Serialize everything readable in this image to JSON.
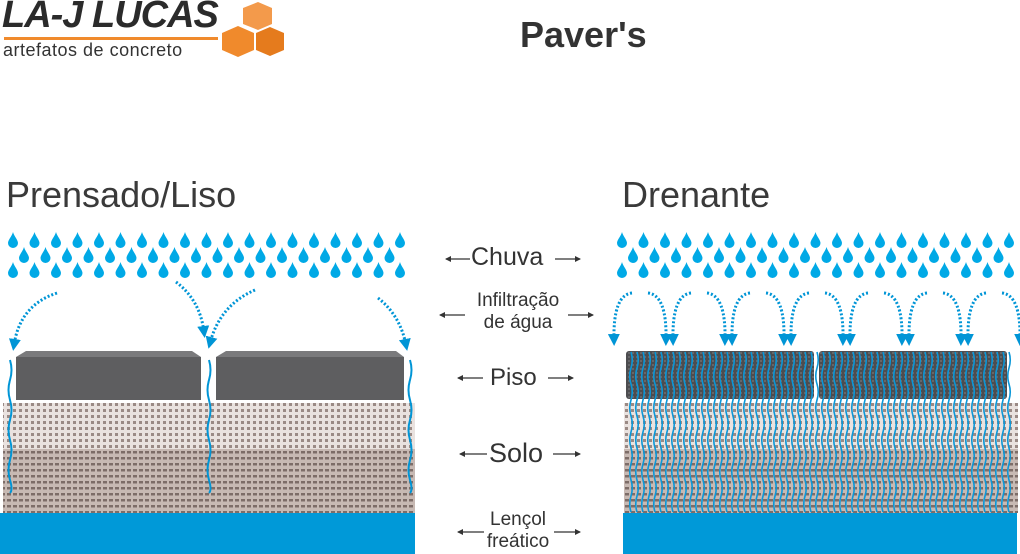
{
  "logo": {
    "brand": "LA-J LUCAS",
    "tagline": "artefatos de concreto",
    "icon": "hexagon-cluster-icon",
    "accent_color": "#f08a2c"
  },
  "title": "Paver's",
  "panels": {
    "left": {
      "title": "Prensado/Liso"
    },
    "right": {
      "title": "Drenante"
    }
  },
  "legend": [
    {
      "id": "rain",
      "label": "Chuva"
    },
    {
      "id": "infiltration",
      "label_line1": "Infiltração",
      "label_line2": "de água"
    },
    {
      "id": "paver",
      "label": "Piso"
    },
    {
      "id": "soil",
      "label": "Solo"
    },
    {
      "id": "water-table",
      "label_line1": "Lençol",
      "label_line2": "freático"
    }
  ],
  "colors": {
    "water": "#0099d8",
    "rain": "#00a9e6",
    "paver": "#5e5e60",
    "soil_top": "#e6dedb",
    "soil_bottom": "#c3b4ae",
    "text": "#333333"
  }
}
